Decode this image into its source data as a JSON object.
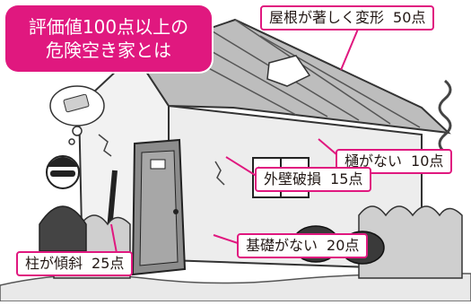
{
  "title": {
    "line1": "評価値100点以上の",
    "line2": "危険空き家とは"
  },
  "items": [
    {
      "label": "屋根が著しく変形",
      "points": "50点"
    },
    {
      "label": "樋がない",
      "points": "10点"
    },
    {
      "label": "外壁破損",
      "points": "15点"
    },
    {
      "label": "基礎がない",
      "points": "20点"
    },
    {
      "label": "柱が傾斜",
      "points": "25点"
    }
  ],
  "colors": {
    "accent": "#e0187f",
    "ink": "#231815"
  }
}
